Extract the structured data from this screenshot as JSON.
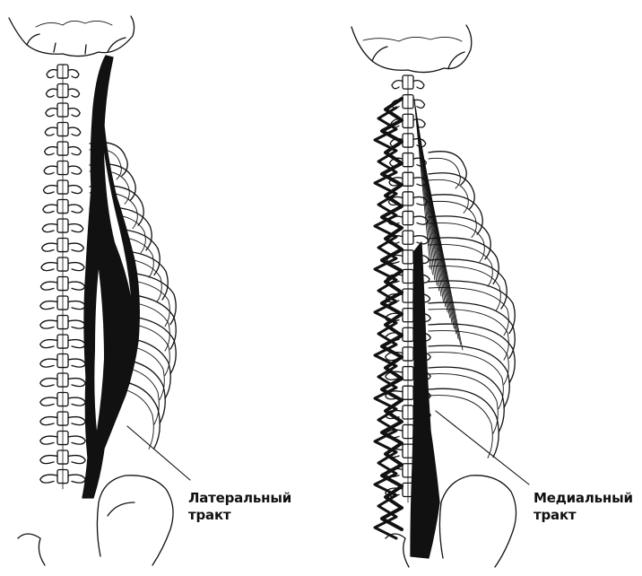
{
  "panels": [
    {
      "id": "lateral",
      "label_line1": "Латеральный",
      "label_line2": "тракт"
    },
    {
      "id": "medial",
      "label_line1": "Медиальный",
      "label_line2": "тракт"
    }
  ],
  "colors": {
    "ink": "#111111",
    "paper": "#ffffff"
  }
}
